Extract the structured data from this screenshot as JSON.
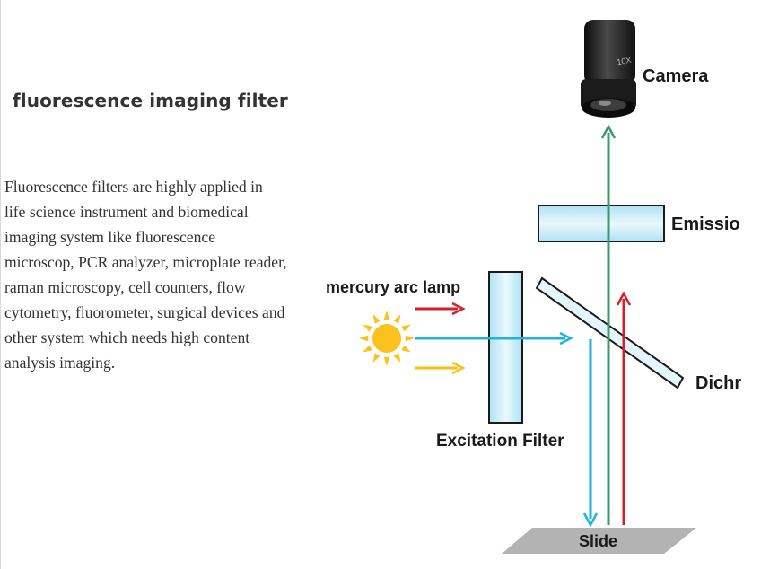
{
  "article": {
    "heading": "fluorescence imaging filter",
    "paragraph": "Fluorescence filters are highly applied in life science instrument and biomedical imaging system like fluorescence microscop, PCR analyzer, microplate reader, raman microscopy, cell counters, flow cytometry, fluorometer, surgical devices and other system which needs high content analysis imaging."
  },
  "diagram": {
    "labels": {
      "camera": "Camera",
      "emission": "Emissio",
      "lamp": "mercury arc lamp",
      "dichroic": "Dichr",
      "excitation": "Excitation Filter",
      "slide": "Slide"
    },
    "camera_lens_text": "10X",
    "colors": {
      "filter_fill": "#bfe9f7",
      "green_beam": "#3a9a6e",
      "red_beam": "#d61f26",
      "cyan_beam": "#1fb2e0",
      "yellow_beam": "#f2c21b",
      "sun": "#fbc21d",
      "slide": "#b3b3b3"
    },
    "icons": [
      "sun-icon",
      "camera-icon"
    ]
  }
}
